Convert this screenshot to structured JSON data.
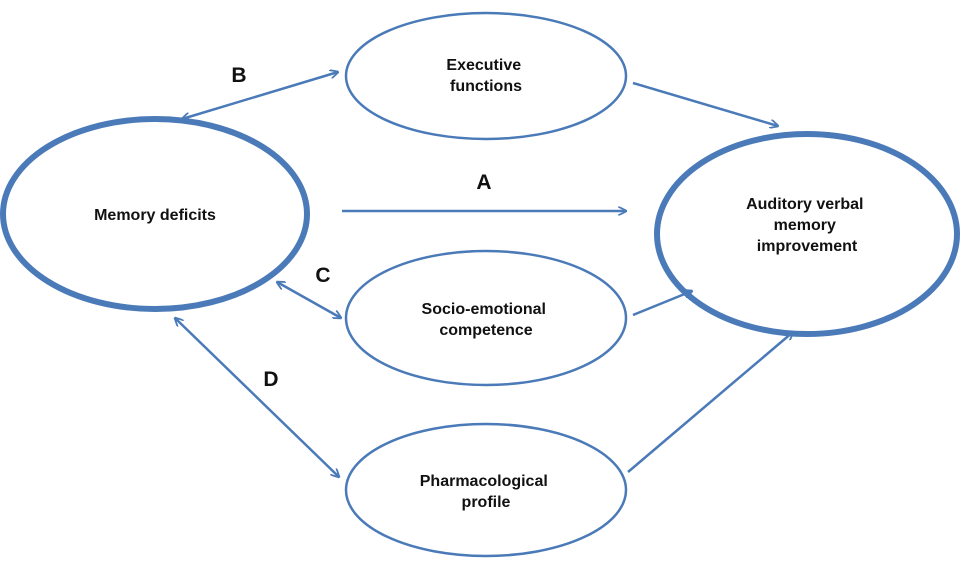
{
  "colors": {
    "stroke": "#4a7ab8",
    "text": "#111111",
    "background": "#ffffff"
  },
  "nodes": {
    "memory_deficits": {
      "lines": [
        "Memory deficits"
      ]
    },
    "executive_functions": {
      "lines": [
        "Executive",
        "functions"
      ]
    },
    "socio_emotional": {
      "lines": [
        "Socio-emotional",
        "competence"
      ]
    },
    "pharmacological": {
      "lines": [
        "Pharmacological",
        "profile"
      ]
    },
    "auditory_verbal": {
      "lines": [
        "Auditory verbal",
        "memory",
        "improvement"
      ]
    }
  },
  "edge_labels": {
    "a": "A",
    "b": "B",
    "c": "C",
    "d": "D"
  }
}
